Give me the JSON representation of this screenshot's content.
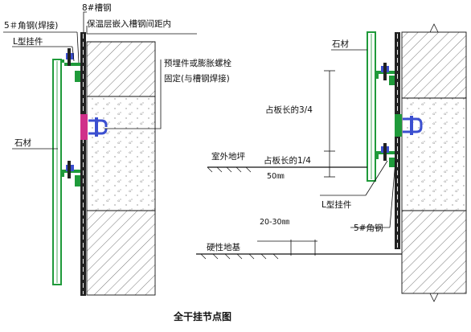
{
  "caption": "全干挂节点图",
  "left_detail": {
    "label_channel_8": "8#槽钢",
    "label_insulation": "保温层嵌入槽钢间距内",
    "label_angle_5": "5＃角钢(焊接)",
    "label_l_hanger": "L型挂件",
    "label_embedded": "预埋件或膨胀螺栓",
    "label_fixed": "固定(与槽钢焊接)",
    "label_stone": "石材"
  },
  "right_detail": {
    "label_stone": "石材",
    "label_three_quarter": "占板长的3/4",
    "label_outdoor_grade": "室外地坪",
    "label_one_quarter": "占板长的1/4",
    "label_50mm": "50㎜",
    "label_l_hanger": "L型挂件",
    "label_gap": "20-30㎜",
    "label_angle_5": "5#角钢",
    "label_hard_base": "硬性地基"
  },
  "colors": {
    "line": "#111111",
    "stone_green": "#1f9a3a",
    "bolt_blue": "#3b4fd0",
    "embed_magenta": "#d0308a",
    "concrete_dot": "#888888"
  }
}
